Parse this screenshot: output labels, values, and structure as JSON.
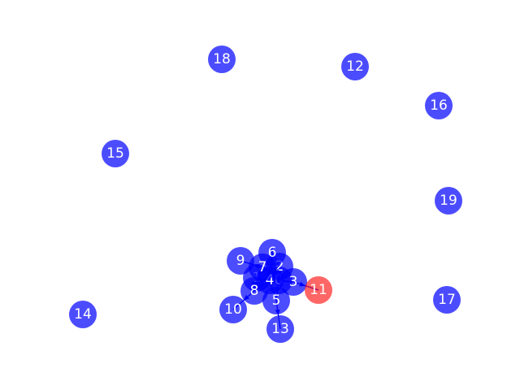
{
  "graph": {
    "colors": {
      "default_node": "#0000ff",
      "highlight_node": "#ff0000",
      "edge": "#0000ff",
      "label": "#ffffff"
    },
    "nodes": [
      {
        "id": "0",
        "label": "0",
        "highlight": false
      },
      {
        "id": "1",
        "label": "1",
        "highlight": false
      },
      {
        "id": "2",
        "label": "2",
        "highlight": false
      },
      {
        "id": "3",
        "label": "3",
        "highlight": false
      },
      {
        "id": "4",
        "label": "4",
        "highlight": false
      },
      {
        "id": "5",
        "label": "5",
        "highlight": false
      },
      {
        "id": "6",
        "label": "6",
        "highlight": false
      },
      {
        "id": "7",
        "label": "7",
        "highlight": false
      },
      {
        "id": "8",
        "label": "8",
        "highlight": false
      },
      {
        "id": "9",
        "label": "9",
        "highlight": false
      },
      {
        "id": "10",
        "label": "10",
        "highlight": false
      },
      {
        "id": "11",
        "label": "11",
        "highlight": true
      },
      {
        "id": "12",
        "label": "12",
        "highlight": false
      },
      {
        "id": "13",
        "label": "13",
        "highlight": false
      },
      {
        "id": "14",
        "label": "14",
        "highlight": false
      },
      {
        "id": "15",
        "label": "15",
        "highlight": false
      },
      {
        "id": "16",
        "label": "16",
        "highlight": false
      },
      {
        "id": "17",
        "label": "17",
        "highlight": false
      },
      {
        "id": "18",
        "label": "18",
        "highlight": false
      },
      {
        "id": "19",
        "label": "19",
        "highlight": false
      }
    ],
    "edges": [
      {
        "from": "4",
        "to": "0"
      },
      {
        "from": "4",
        "to": "1"
      },
      {
        "from": "4",
        "to": "2"
      },
      {
        "from": "4",
        "to": "3"
      },
      {
        "from": "4",
        "to": "5"
      },
      {
        "from": "4",
        "to": "6"
      },
      {
        "from": "4",
        "to": "7"
      },
      {
        "from": "4",
        "to": "8"
      },
      {
        "from": "0",
        "to": "2"
      },
      {
        "from": "0",
        "to": "3"
      },
      {
        "from": "0",
        "to": "5"
      },
      {
        "from": "1",
        "to": "7"
      },
      {
        "from": "1",
        "to": "8"
      },
      {
        "from": "7",
        "to": "9"
      },
      {
        "from": "8",
        "to": "10"
      },
      {
        "from": "5",
        "to": "13"
      },
      {
        "from": "3",
        "to": "11"
      },
      {
        "from": "6",
        "to": "2"
      }
    ]
  }
}
